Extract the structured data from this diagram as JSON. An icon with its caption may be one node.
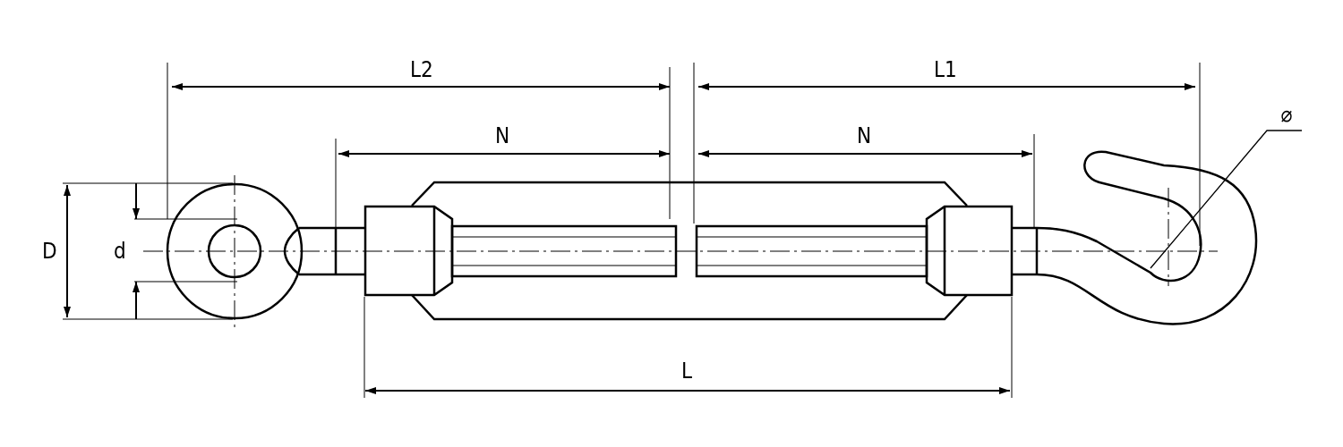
{
  "diagram": {
    "nodes": [
      {
        "text": [
          "⌀"
        ]
      },
      {
        "text": [],
        "shape": "picture"
      }
    ],
    "edges": [
      {
        "from": 0,
        "to": 1,
        "arrow": "none"
      }
    ],
    "labels": [
      "L2",
      "L1",
      "N",
      "N",
      "D",
      "d",
      "L"
    ]
  }
}
